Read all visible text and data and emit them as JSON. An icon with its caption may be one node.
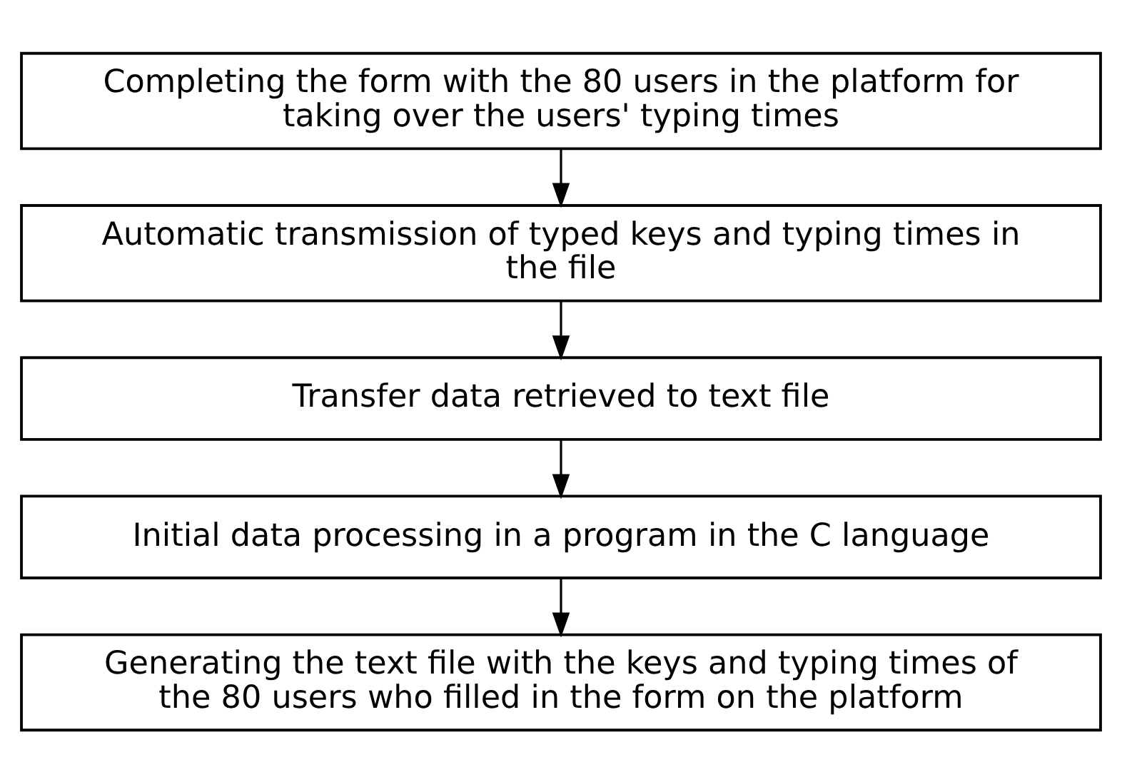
{
  "diagram": {
    "nodes": [
      {
        "text": [
          "Completing the form with the 80 users in the platform for taking over the users' typing times"
        ]
      },
      {
        "text": [
          "Automatic transmission of typed keys and typing times in the file"
        ]
      },
      {
        "text": [
          "Transfer data retrieved to text file"
        ]
      },
      {
        "text": [
          "Initial data processing in a program in the C language"
        ]
      },
      {
        "text": [
          "Generating the text file with the keys and typing times of the 80 users who filled in the form on the platform"
        ]
      }
    ],
    "edges": [
      {
        "from": 0,
        "to": 1,
        "arrow": "to"
      },
      {
        "from": 1,
        "to": 2,
        "arrow": "to"
      },
      {
        "from": 2,
        "to": 3,
        "arrow": "to"
      },
      {
        "from": 3,
        "to": 4,
        "arrow": "to"
      }
    ]
  }
}
